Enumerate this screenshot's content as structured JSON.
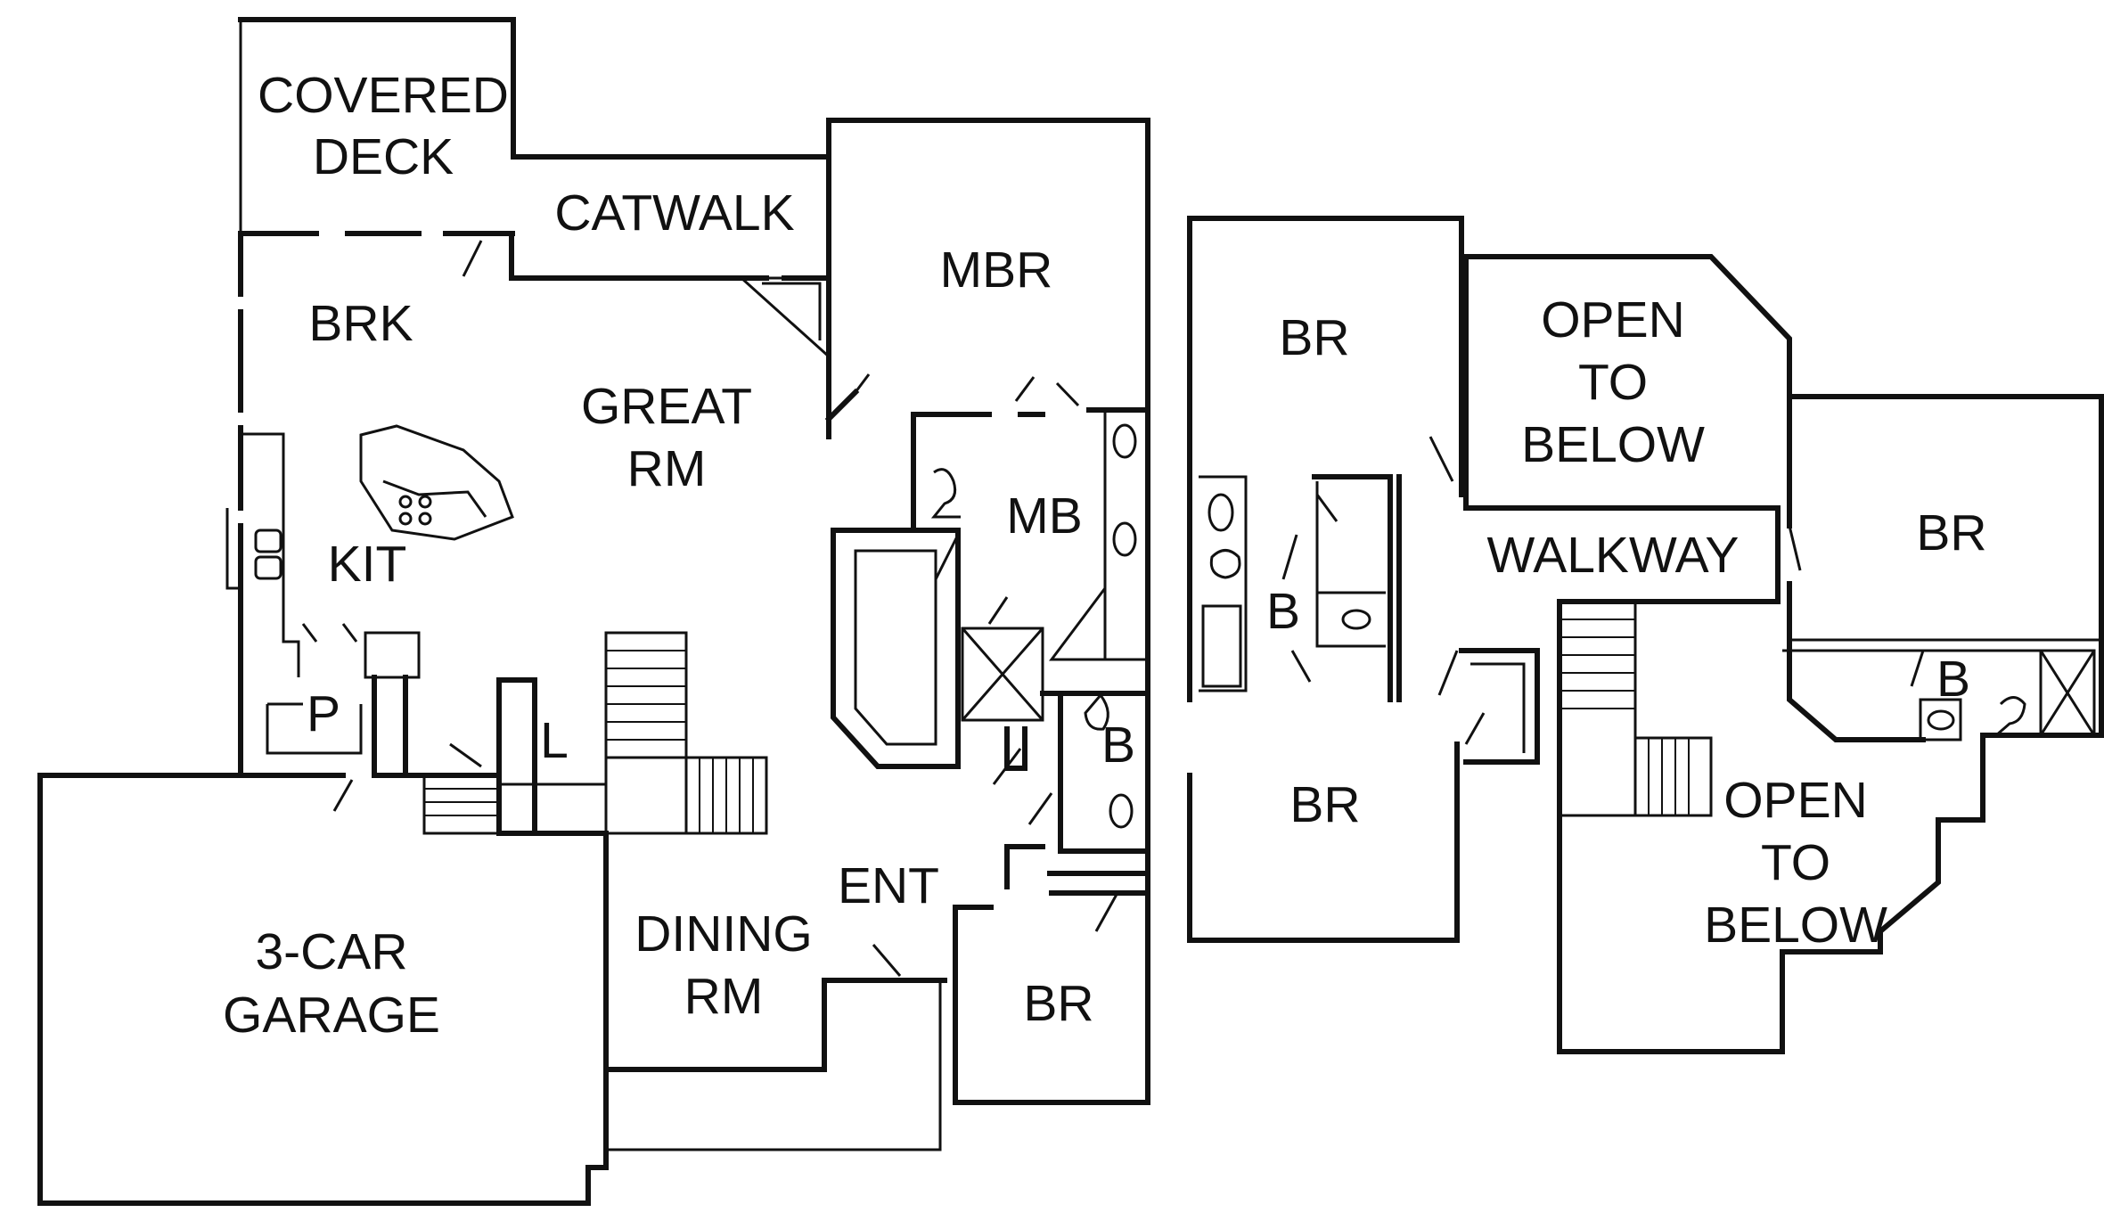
{
  "plan": {
    "main_floor": {
      "covered_deck": [
        "COVERED",
        "DECK"
      ],
      "catwalk": "CATWALK",
      "brk": "BRK",
      "great_rm": [
        "GREAT",
        "RM"
      ],
      "mbr": "MBR",
      "mb": "MB",
      "kit": "KIT",
      "pantry": "P",
      "laundry": "L",
      "bath": "B",
      "garage": [
        "3-CAR",
        "GARAGE"
      ],
      "dining_rm": [
        "DINING",
        "RM"
      ],
      "ent": "ENT",
      "br": "BR"
    },
    "upper_floor": {
      "br_top_left": "BR",
      "open_to_below_top": [
        "OPEN",
        "TO",
        "BELOW"
      ],
      "walkway": "WALKWAY",
      "br_right": "BR",
      "bath_left": "B",
      "bath_right": "B",
      "br_bottom_left": "BR",
      "open_to_below_bottom": [
        "OPEN",
        "TO",
        "BELOW"
      ]
    }
  }
}
